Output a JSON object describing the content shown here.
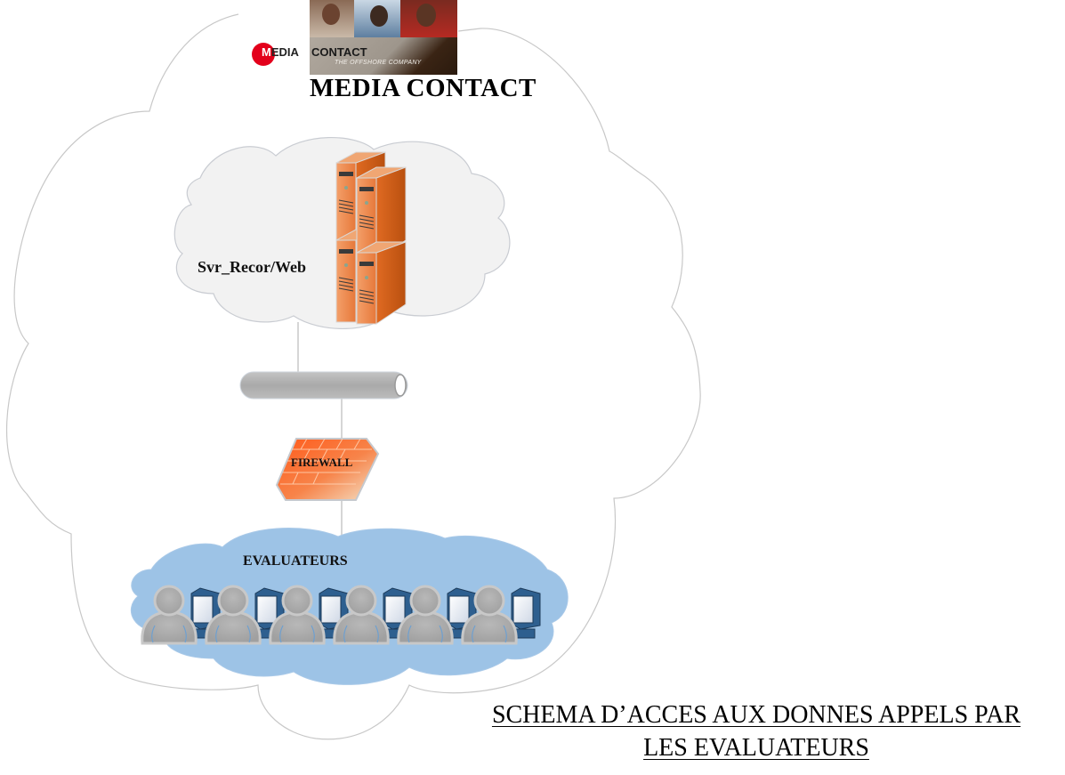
{
  "logo": {
    "brand_mark_letter": "M",
    "brand_mark_rest": "EDIA",
    "brand_word": "CONTACT",
    "tagline": "THE OFFSHORE COMPANY",
    "photo_icons": [
      "agent-photo-1",
      "agent-photo-2",
      "agent-photo-3"
    ]
  },
  "title": "MEDIA CONTACT",
  "nodes": {
    "server": {
      "label": "Svr_Recor/Web",
      "icon": "server-rack-icon",
      "color": "#e8803e"
    },
    "backbone": {
      "icon": "pipe-icon",
      "color": "#a8a8a8"
    },
    "firewall": {
      "label": "FIREWALL",
      "icon": "firewall-brick-icon",
      "color": "#f26a2e"
    },
    "evaluators": {
      "label": "EVALUATEURS",
      "icon": "user-workstation-icon",
      "count": 6,
      "cloud_color": "#9dc3e6"
    }
  },
  "clouds": {
    "outer": {
      "stroke": "#c8c8c8"
    },
    "server": {
      "fill": "#f2f2f2"
    },
    "evaluators": {
      "fill": "#9dc3e6"
    }
  },
  "caption": {
    "line1": "SCHEMA D’ACCES AUX DONNES APPELS PAR",
    "line2": "LES EVALUATEURS"
  }
}
